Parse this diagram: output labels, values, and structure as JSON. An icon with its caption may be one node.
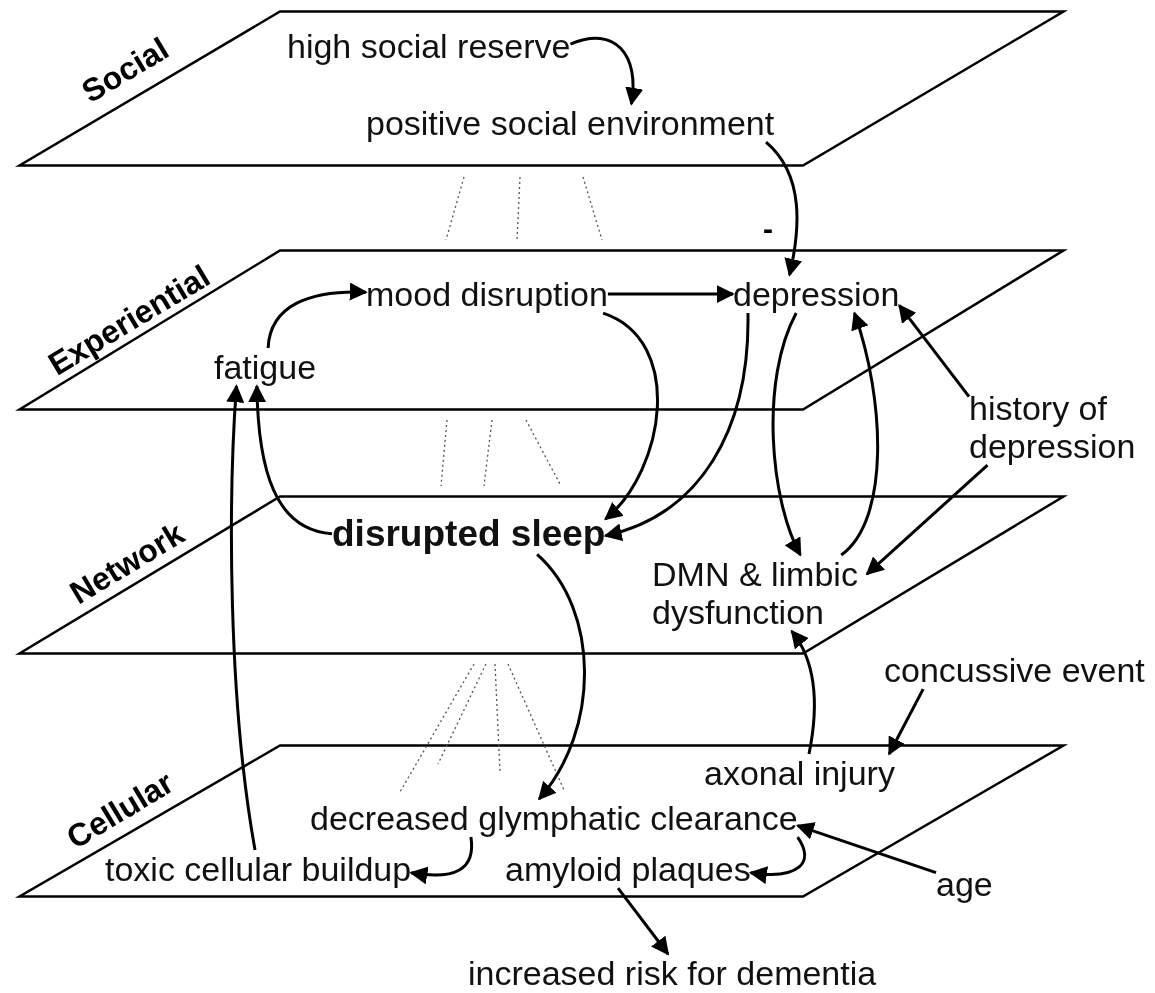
{
  "diagram": {
    "nodes": [
      {
        "text": [
          "Social"
        ]
      },
      {
        "text": [
          "high social reserve"
        ],
        "in": 0
      },
      {
        "text": [
          "positive social environment"
        ],
        "in": 0
      },
      {
        "text": [
          "Experiential"
        ]
      },
      {
        "text": [
          "mood disruption"
        ],
        "in": 3
      },
      {
        "text": [
          "depression"
        ],
        "in": 3
      },
      {
        "text": [
          "fatigue"
        ],
        "in": 3
      },
      {
        "text": [
          "history of depression"
        ]
      },
      {
        "text": [
          "Network"
        ]
      },
      {
        "text": [
          "disrupted sleep"
        ],
        "in": 8
      },
      {
        "text": [
          "DMN & limbic dysfunction"
        ],
        "in": 8
      },
      {
        "text": [
          "concussive event"
        ]
      },
      {
        "text": [
          "Cellular"
        ]
      },
      {
        "text": [
          "axonal injury"
        ],
        "in": 12
      },
      {
        "text": [
          "decreased glymphatic clearance"
        ],
        "in": 12
      },
      {
        "text": [
          "toxic cellular buildup"
        ],
        "in": 12
      },
      {
        "text": [
          "amyloid plaques"
        ],
        "in": 12
      },
      {
        "text": [
          "age"
        ]
      },
      {
        "text": [
          "increased risk for dementia"
        ]
      }
    ],
    "edges": [
      {
        "from": 1,
        "to": 2,
        "arrow": "to"
      },
      {
        "from": 2,
        "to": 5,
        "arrow": "to",
        "label": "-"
      },
      {
        "from": 6,
        "to": 4,
        "arrow": "to"
      },
      {
        "from": 4,
        "to": 5,
        "arrow": "to"
      },
      {
        "from": 4,
        "to": 9,
        "arrow": "to"
      },
      {
        "from": 5,
        "to": 9,
        "arrow": "to"
      },
      {
        "from": 5,
        "to": 10,
        "arrow": "to"
      },
      {
        "from": 10,
        "to": 5,
        "arrow": "to"
      },
      {
        "from": 7,
        "to": 5,
        "arrow": "to"
      },
      {
        "from": 7,
        "to": 10,
        "arrow": "to"
      },
      {
        "from": 9,
        "to": 6,
        "arrow": "to"
      },
      {
        "from": 15,
        "to": 6,
        "arrow": "to"
      },
      {
        "from": 9,
        "to": 14,
        "arrow": "to"
      },
      {
        "from": 13,
        "to": 10,
        "arrow": "to"
      },
      {
        "from": 11,
        "to": 13,
        "arrow": "to"
      },
      {
        "from": 14,
        "to": 15,
        "arrow": "to"
      },
      {
        "from": 14,
        "to": 16,
        "arrow": "to"
      },
      {
        "from": 17,
        "to": 14,
        "arrow": "to"
      },
      {
        "from": 16,
        "to": 18,
        "arrow": "to"
      }
    ]
  }
}
